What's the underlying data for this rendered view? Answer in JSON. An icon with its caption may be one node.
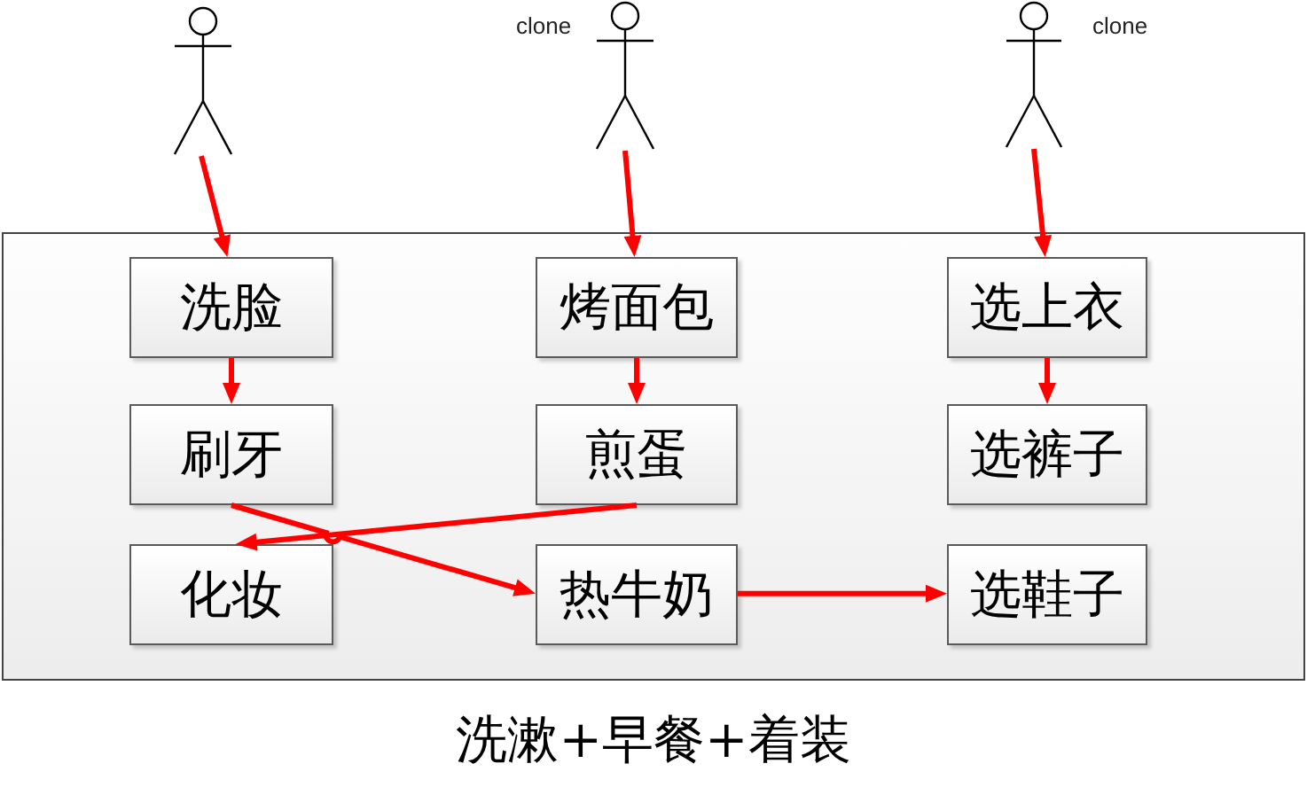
{
  "diagram": {
    "nodes": [
      {
        "text": [],
        "shape": "person"
      },
      {
        "text": [],
        "shape": "person",
        "beside": [
          "clone"
        ]
      },
      {
        "text": [],
        "shape": "person",
        "beside": [
          "clone"
        ]
      },
      {
        "text": [
          "洗漱+早餐+着装"
        ]
      },
      {
        "text": [
          "洗脸"
        ],
        "in": 3
      },
      {
        "text": [
          "烤面包"
        ],
        "in": 3
      },
      {
        "text": [
          "选上衣"
        ],
        "in": 3
      },
      {
        "text": [
          "刷牙"
        ],
        "in": 3
      },
      {
        "text": [
          "煎蛋"
        ],
        "in": 3
      },
      {
        "text": [
          "选裤子"
        ],
        "in": 3
      },
      {
        "text": [
          "化妆"
        ],
        "in": 3
      },
      {
        "text": [
          "热牛奶"
        ],
        "in": 3
      },
      {
        "text": [
          "选鞋子"
        ],
        "in": 3
      }
    ],
    "edges": [
      {
        "from": 0,
        "to": 4,
        "arrow": "to"
      },
      {
        "from": 1,
        "to": 5,
        "arrow": "to"
      },
      {
        "from": 2,
        "to": 6,
        "arrow": "to"
      },
      {
        "from": 4,
        "to": 7,
        "arrow": "to"
      },
      {
        "from": 5,
        "to": 8,
        "arrow": "to"
      },
      {
        "from": 6,
        "to": 9,
        "arrow": "to"
      },
      {
        "from": 7,
        "to": 11,
        "arrow": "to"
      },
      {
        "from": 8,
        "to": 10,
        "arrow": "to"
      },
      {
        "from": 11,
        "to": 12,
        "arrow": "to"
      }
    ]
  }
}
